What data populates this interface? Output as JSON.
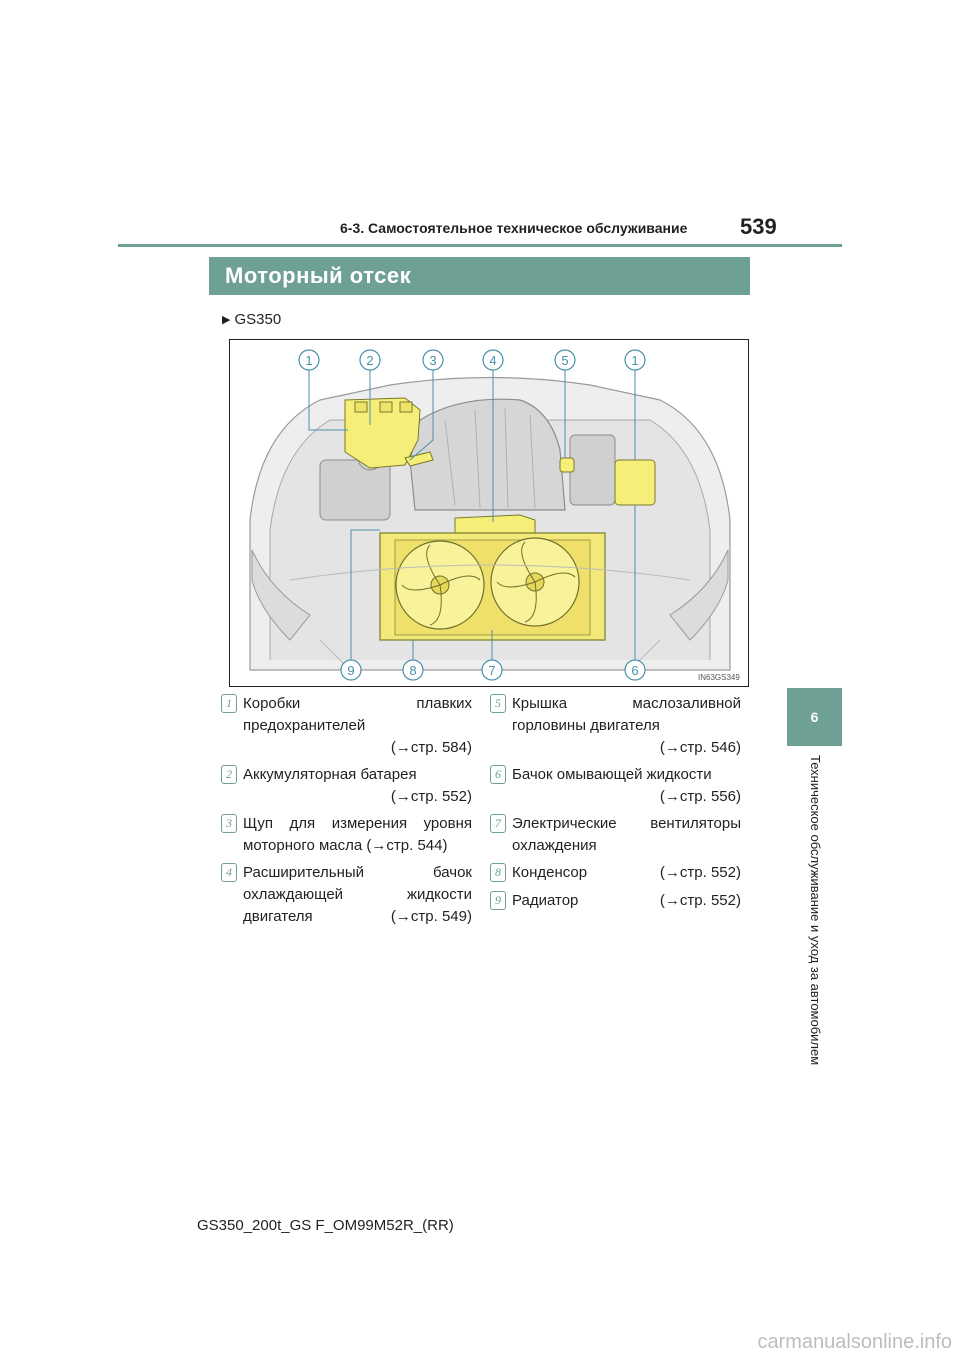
{
  "header": {
    "section": "6-3. Самостоятельное техническое обслуживание",
    "page_number": "539"
  },
  "title": "Моторный отсек",
  "model": "GS350",
  "figure": {
    "code": "IN63GS349",
    "top_callouts": [
      "1",
      "2",
      "3",
      "4",
      "5",
      "1"
    ],
    "bottom_callouts": [
      "9",
      "8",
      "7",
      "6"
    ]
  },
  "side_tab": {
    "number": "6",
    "text": "Техническое обслуживание и уход за автомобилем"
  },
  "items": {
    "i1": {
      "num": "1",
      "line1": "Коробки плавких",
      "line2": "предохранителей",
      "ref": "(→стр. 584)"
    },
    "i2": {
      "num": "2",
      "line1": "Аккумуляторная батарея",
      "ref": "(→стр. 552)"
    },
    "i3": {
      "num": "3",
      "line1": "Щуп для измерения уровня",
      "line2": "моторного масла (→стр. 544)"
    },
    "i4": {
      "num": "4",
      "line1": "Расширительный бачок",
      "line2": "охлаждающей жидкости",
      "line3a": "двигателя",
      "ref": "(→стр. 549)"
    },
    "i5": {
      "num": "5",
      "line1": "Крышка маслозаливной",
      "line2": "горловины двигателя",
      "ref": "(→стр. 546)"
    },
    "i6": {
      "num": "6",
      "line1": "Бачок омывающей жидкости",
      "ref": "(→стр. 556)"
    },
    "i7": {
      "num": "7",
      "line1": "Электрические вентиляторы",
      "line2": "охлаждения"
    },
    "i8": {
      "num": "8",
      "label": "Конденсор",
      "ref": "(→стр. 552)"
    },
    "i9": {
      "num": "9",
      "label": "Радиатор",
      "ref": "(→стр. 552)"
    }
  },
  "footer": "GS350_200t_GS F_OM99M52R_(RR)",
  "watermark": "carmanualsonline.info",
  "colors": {
    "accent": "#6ea095",
    "highlight": "#f5ef7a",
    "callout": "#4a90a8"
  }
}
